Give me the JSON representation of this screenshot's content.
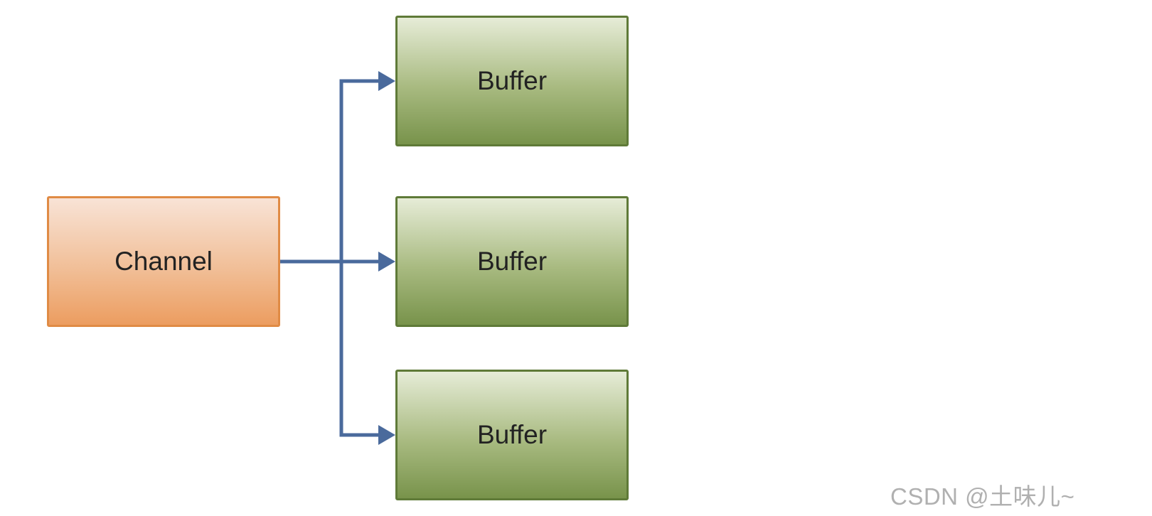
{
  "diagram": {
    "source": {
      "label": "Channel",
      "fill": "#f1bf98",
      "border": "#e08b45"
    },
    "targets": [
      {
        "label": "Buffer"
      },
      {
        "label": "Buffer"
      },
      {
        "label": "Buffer"
      }
    ],
    "target_fill": "#a8ba80",
    "target_border": "#5f7a38",
    "connector_color": "#4a6a9c"
  },
  "watermark": "CSDN @土味儿~"
}
